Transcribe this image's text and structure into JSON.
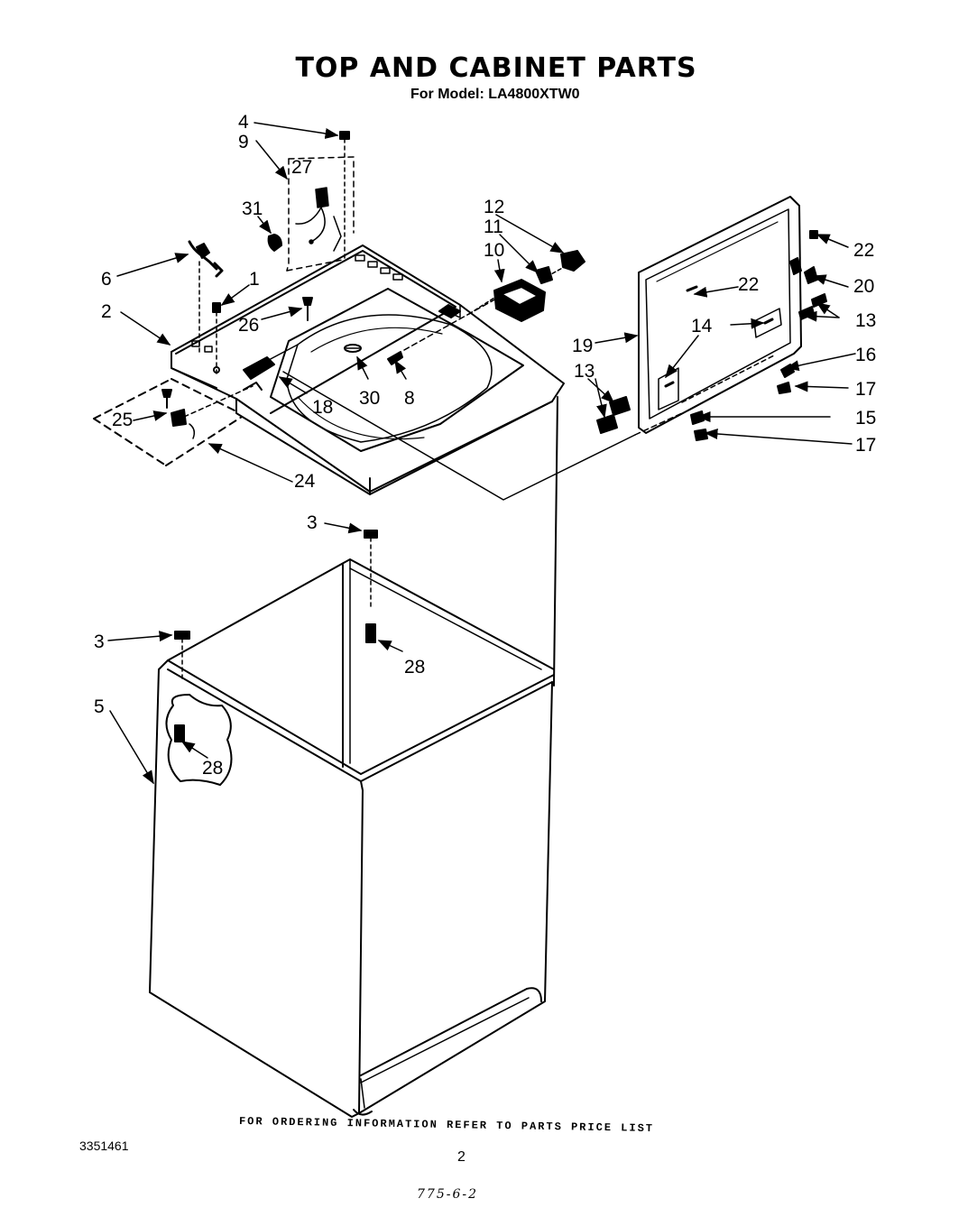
{
  "header": {
    "title": "TOP AND CABINET PARTS",
    "subtitle": "For Model: LA4800XTW0"
  },
  "footer": {
    "ordering_note": "FOR ORDERING INFORMATION REFER TO PARTS PRICE LIST",
    "document_number": "3351461",
    "page_number": "2",
    "handwritten_note": "775-6-2"
  },
  "callouts": {
    "c4": "4",
    "c9": "9",
    "c27": "27",
    "c31": "31",
    "c6": "6",
    "c1": "1",
    "c2": "2",
    "c26": "26",
    "c25": "25",
    "c18": "18",
    "c30": "30",
    "c8": "8",
    "c24": "24",
    "c12": "12",
    "c11": "11",
    "c10": "10",
    "c22a": "22",
    "c22b": "22",
    "c20": "20",
    "c13a": "13",
    "c14": "14",
    "c19": "19",
    "c16": "16",
    "c13b": "13",
    "c17a": "17",
    "c15": "15",
    "c17b": "17",
    "c3a": "3",
    "c3b": "3",
    "c28a": "28",
    "c28b": "28",
    "c5": "5"
  }
}
